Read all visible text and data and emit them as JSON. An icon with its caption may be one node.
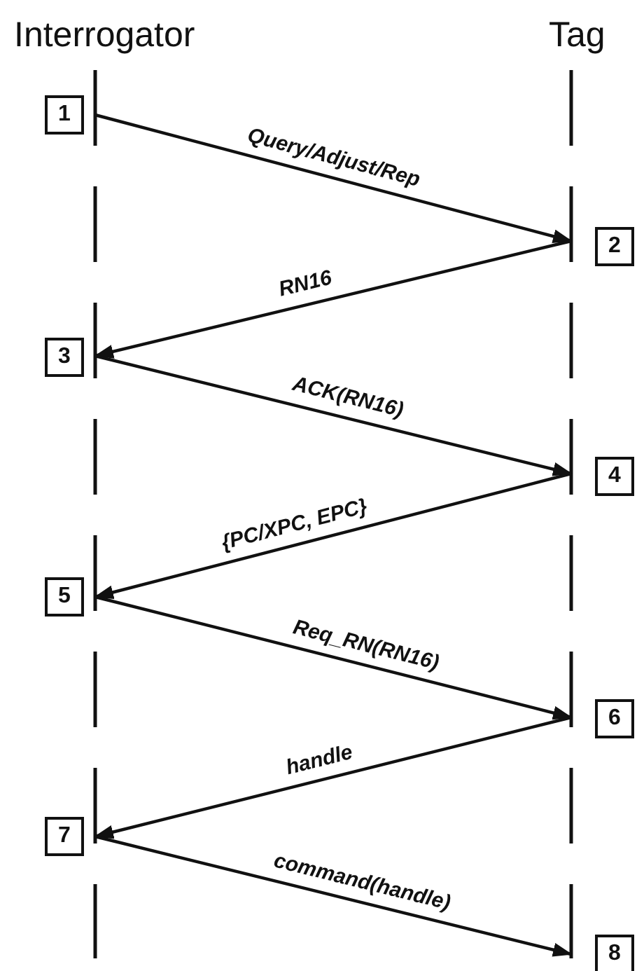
{
  "diagram": {
    "nodes": [
      {
        "text": [
          "1"
        ]
      },
      {
        "text": [
          "2"
        ]
      },
      {
        "text": [
          "3"
        ]
      },
      {
        "text": [
          "4"
        ]
      },
      {
        "text": [
          "5"
        ]
      },
      {
        "text": [
          "6"
        ]
      },
      {
        "text": [
          "7"
        ]
      },
      {
        "text": [
          "8"
        ]
      }
    ],
    "edges": [
      {
        "from": 0,
        "to": 1,
        "arrow": "to",
        "label": "Query/Adjust/Rep"
      },
      {
        "from": 1,
        "to": 2,
        "arrow": "to",
        "label": "RN16"
      },
      {
        "from": 2,
        "to": 3,
        "arrow": "to",
        "label": "ACK(RN16)"
      },
      {
        "from": 3,
        "to": 4,
        "arrow": "to",
        "label": "{PC/XPC, EPC}"
      },
      {
        "from": 4,
        "to": 5,
        "arrow": "to",
        "label": "Req_RN(RN16)"
      },
      {
        "from": 5,
        "to": 6,
        "arrow": "to",
        "label": "handle"
      },
      {
        "from": 6,
        "to": 7,
        "arrow": "to",
        "label": "command(handle)"
      }
    ],
    "labels": [
      "Interrogator",
      "Tag"
    ]
  }
}
